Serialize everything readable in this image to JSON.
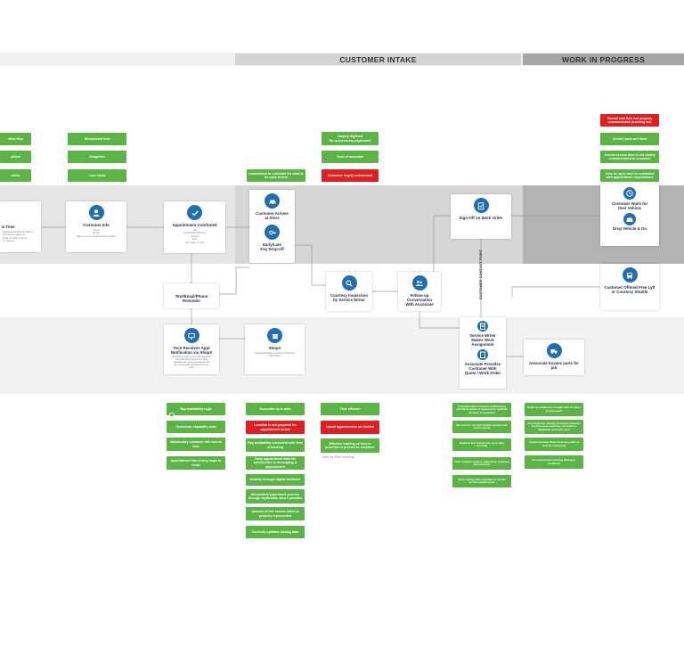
{
  "phases": {
    "customer_intake": "CUSTOMER INTAKE",
    "work_in_progress": "WORK IN PROGRESS"
  },
  "colors": {
    "green": "#5bb544",
    "red": "#e02020",
    "blue": "#1f6fb8",
    "band_gray": "#e6e6e6",
    "band_dark": "#b3b3b3",
    "band_light": "#f2f2f2"
  },
  "top_notes": {
    "col0": [
      "Most flow",
      "plified",
      "clicks"
    ],
    "col1": [
      "Streamlined flow",
      "Simplified",
      "Less clicks"
    ],
    "col2": [
      "Largely digitized\nNo unnecessary paperwork",
      "Trust of associate",
      "Customer largely uninformed"
    ],
    "instructions": "Instructions to customer for what to do upon arrival",
    "col3": [
      "Overall wait time not properly communicated (tracking etc)",
      "Correct parts are there",
      "Overall service time is not clearly communicated to customer",
      "Time on spec back is consistent with appointment expectations"
    ]
  },
  "cards": {
    "date_time": {
      "title": "& Time",
      "sub": "appointment time & current\nservices to apply for\nbook, it's able to do so\nin minutes"
    },
    "customer_info": {
      "title": "Customer Info",
      "sub": "Name\nEmail\nSign in or out of Service Reminders"
    },
    "appointment": {
      "title": "Appointment Confirmed",
      "sub": "via\nConfirmation Screen\nEmail\nText\nAn option to call"
    },
    "arrives": {
      "title": "Customer Arrives\nat Store"
    },
    "dropoff": {
      "title": "Early/Late\nKey Drop-off"
    },
    "signoff": {
      "title": "Sign-Off on Work Order"
    },
    "waits": {
      "title": "Customer Waits for\ntheir Vehicle"
    },
    "drop_go": {
      "title": "Drop Vehicle & Go"
    },
    "text_reminder": {
      "title": "Text/Email/Phone\nReminder"
    },
    "inspection": {
      "title": "Courtesy Inspection\nby Service Writer"
    },
    "followup": {
      "title": "Follow-up Conversation\nWith Associate"
    },
    "shuttle": {
      "title": "Customer Offered Free Lyft\nor Courtesy Shuttle"
    },
    "tech_receives": {
      "title": "Tech Receives Appt\nNotification via ShopX",
      "sub": "Appointment info is sent to the associate\nand notifications appear for waiting\nappointments. Service requested from\nthe Concert align with ShopX service\norder"
    },
    "shopx": {
      "title": "ShopX",
      "sub": "Associate starts to look up customer\ninformation"
    },
    "service_writer": {
      "title": "Service Writer\nMakes Work\nAssignment"
    },
    "associate_quote": {
      "title": "Associate Provides\nCustomer With\nQuote / Work Order"
    },
    "locates_parts": {
      "title": "Associate locates parts for\njob"
    }
  },
  "vertical_label": "CUSTOMER CONTACT POINT",
  "bottom_notes": {
    "col1": [
      "Bay availability logic",
      "Technician capability clear",
      "Satisfactory customer info sent to tech",
      "Appointment info clearly maps to show"
    ],
    "col2": [
      "Associate up to date",
      "Location is not prepared for appointment arrival",
      "Bay availability consistent with time of booking",
      "Daily appointment data list synchronize to messaging & appointment",
      "Mobility through digital hardware",
      "Streamlined paperwork process through digitization where possible",
      "Amount of free service taken is properly represented",
      "Correctly updated catalog data"
    ],
    "col3": [
      "Time efficient",
      "Upsell opportunities are limited",
      "Effective training on how to prioritize or present to customer"
    ],
    "col3_caption": "Train on 2099 roadmap",
    "col4": [
      "Communication remains multitasking priority & status of response to optional services to customer",
      "No need to consult multiple systems for service quote",
      "Network and servers are up to play correctly",
      "Only required steps in paperwork (reduced bureaucracy)",
      "Parts lookup time translate to overall service length quote"
    ],
    "col5": [
      "Small associate has enough time for labor procurement",
      "Associate has already informed customer & parts need sourcing, can explore additional customer work",
      "Communication flows from associate to tech for next/ready",
      "No last-minute sourcing adding to workload"
    ]
  }
}
